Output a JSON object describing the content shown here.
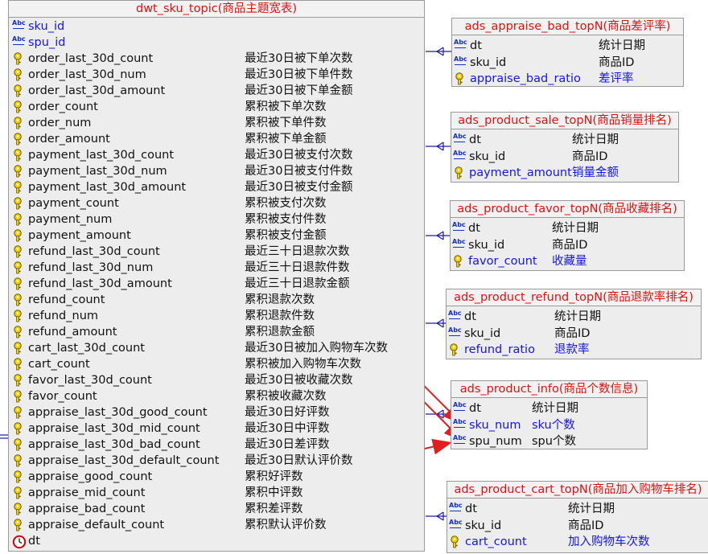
{
  "main_table": {
    "title": "dwt_sku_topic(商品主题宽表)",
    "columns": [
      {
        "name": "sku_id",
        "comment": "",
        "type": "text",
        "blue": true
      },
      {
        "name": "spu_id",
        "comment": "",
        "type": "text",
        "blue": true
      },
      {
        "name": "order_last_30d_count",
        "comment": "最近30日被下单次数",
        "type": "key"
      },
      {
        "name": "order_last_30d_num",
        "comment": "最近30日被下单件数",
        "type": "key"
      },
      {
        "name": "order_last_30d_amount",
        "comment": "最近30日被下单金额",
        "type": "key"
      },
      {
        "name": "order_count",
        "comment": "累积被下单次数",
        "type": "key"
      },
      {
        "name": "order_num",
        "comment": "累积被下单件数",
        "type": "key"
      },
      {
        "name": "order_amount",
        "comment": "累积被下单金额",
        "type": "key"
      },
      {
        "name": "payment_last_30d_count",
        "comment": "最近30日被支付次数",
        "type": "key"
      },
      {
        "name": "payment_last_30d_num",
        "comment": "最近30日被支付件数",
        "type": "key"
      },
      {
        "name": "payment_last_30d_amount",
        "comment": "最近30日被支付金额",
        "type": "key"
      },
      {
        "name": "payment_count",
        "comment": "累积被支付次数",
        "type": "key"
      },
      {
        "name": "payment_num",
        "comment": "累积被支付件数",
        "type": "key"
      },
      {
        "name": "payment_amount",
        "comment": "累积被支付金额",
        "type": "key"
      },
      {
        "name": "refund_last_30d_count",
        "comment": "最近三十日退款次数",
        "type": "key"
      },
      {
        "name": "refund_last_30d_num",
        "comment": "最近三十日退款件数",
        "type": "key"
      },
      {
        "name": "refund_last_30d_amount",
        "comment": "最近三十日退款金额",
        "type": "key"
      },
      {
        "name": "refund_count",
        "comment": "累积退款次数",
        "type": "key"
      },
      {
        "name": "refund_num",
        "comment": "累积退款件数",
        "type": "key"
      },
      {
        "name": "refund_amount",
        "comment": "累积退款金额",
        "type": "key"
      },
      {
        "name": "cart_last_30d_count",
        "comment": "最近30日被加入购物车次数",
        "type": "key"
      },
      {
        "name": "cart_count",
        "comment": "累积被加入购物车次数",
        "type": "key"
      },
      {
        "name": "favor_last_30d_count",
        "comment": "最近30日被收藏次数",
        "type": "key"
      },
      {
        "name": "favor_count",
        "comment": "累积被收藏次数",
        "type": "key"
      },
      {
        "name": "appraise_last_30d_good_count",
        "comment": "最近30日好评数",
        "type": "key"
      },
      {
        "name": "appraise_last_30d_mid_count",
        "comment": "最近30日中评数",
        "type": "key"
      },
      {
        "name": "appraise_last_30d_bad_count",
        "comment": "最近30日差评数",
        "type": "key"
      },
      {
        "name": "appraise_last_30d_default_count",
        "comment": "最近30日默认评价数",
        "type": "key"
      },
      {
        "name": "appraise_good_count",
        "comment": "累积好评数",
        "type": "key"
      },
      {
        "name": "appraise_mid_count",
        "comment": "累积中评数",
        "type": "key"
      },
      {
        "name": "appraise_bad_count",
        "comment": "累积差评数",
        "type": "key"
      },
      {
        "name": "appraise_default_count",
        "comment": "累积默认评价数",
        "type": "key"
      },
      {
        "name": "dt",
        "comment": "",
        "type": "clock"
      }
    ]
  },
  "tables": [
    {
      "title": "ads_appraise_bad_topN(商品差评率)",
      "columns": [
        {
          "name": "dt",
          "comment": "统计日期",
          "type": "text"
        },
        {
          "name": "sku_id",
          "comment": "商品ID",
          "type": "text"
        },
        {
          "name": "appraise_bad_ratio",
          "comment": "差评率",
          "type": "key",
          "blue": true
        }
      ]
    },
    {
      "title": "ads_product_sale_topN(商品销量排名)",
      "columns": [
        {
          "name": "dt",
          "comment": "统计日期",
          "type": "text"
        },
        {
          "name": "sku_id",
          "comment": "商品ID",
          "type": "text"
        },
        {
          "name": "payment_amount",
          "comment": "销量金额",
          "type": "key",
          "blue": true
        }
      ]
    },
    {
      "title": "ads_product_favor_topN(商品收藏排名)",
      "columns": [
        {
          "name": "dt",
          "comment": "统计日期",
          "type": "text"
        },
        {
          "name": "sku_id",
          "comment": "商品ID",
          "type": "text"
        },
        {
          "name": "favor_count",
          "comment": "收藏量",
          "type": "key",
          "blue": true
        }
      ]
    },
    {
      "title": "ads_product_refund_topN(商品退款率排名)",
      "columns": [
        {
          "name": "dt",
          "comment": "统计日期",
          "type": "text"
        },
        {
          "name": "sku_id",
          "comment": "商品ID",
          "type": "text"
        },
        {
          "name": "refund_ratio",
          "comment": "退款率",
          "type": "key",
          "blue": true
        }
      ]
    },
    {
      "title": "ads_product_info(商品个数信息)",
      "columns": [
        {
          "name": "dt",
          "comment": "统计日期",
          "type": "text"
        },
        {
          "name": "sku_num",
          "comment": "sku个数",
          "type": "text",
          "blue": true
        },
        {
          "name": "spu_num",
          "comment": "spu个数",
          "type": "text"
        }
      ]
    },
    {
      "title": "ads_product_cart_topN(商品加入购物车排名)",
      "columns": [
        {
          "name": "dt",
          "comment": "统计日期",
          "type": "text"
        },
        {
          "name": "sku_id",
          "comment": "商品ID",
          "type": "text"
        },
        {
          "name": "cart_count",
          "comment": "加入购物车次数",
          "type": "key",
          "blue": true
        }
      ]
    }
  ],
  "colors": {
    "title_red": "#e01010",
    "field_blue": "#1515e6",
    "arrow_red": "#e02020",
    "connector_blue": "#1a1aa0",
    "icon_yellow": "#f0d000"
  }
}
